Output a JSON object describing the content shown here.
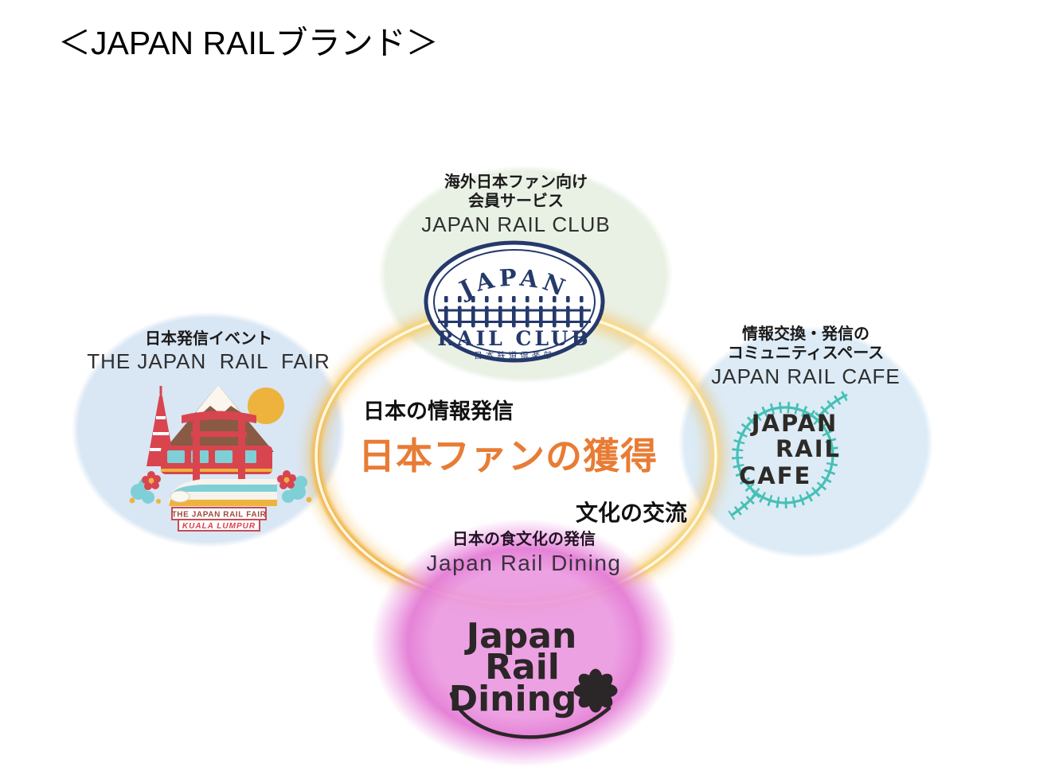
{
  "page": {
    "title": "＜JAPAN RAILブランド＞",
    "background": "#FFFFFF"
  },
  "center": {
    "info_label": "日本の情報発信",
    "main_label": "日本ファンの獲得",
    "exchange_label": "文化の交流",
    "main_color": "#E87C35",
    "ring_color": "#F2B23E"
  },
  "club": {
    "audience": "海外日本ファン向け",
    "service": "会員サービス",
    "name": "JAPAN RAIL CLUB",
    "badge_top": "JAPAN",
    "badge_bottom": "RAIL CLUB",
    "badge_sub": "日本鉄道倶楽部",
    "circle_color": "#E9F1E5",
    "badge_color": "#25396B"
  },
  "fair": {
    "category": "日本発信イベント",
    "name": "THE JAPAN  RAIL  FAIR",
    "badge_line1": "THE JAPAN RAIL FAIR",
    "badge_line2": "KUALA LUMPUR",
    "circle_color": "#D9E6F4"
  },
  "cafe": {
    "category_line1": "情報交換・発信の",
    "category_line2": "コミュニティスペース",
    "name": "JAPAN RAIL CAFE",
    "logo_line1": "JAPAN",
    "logo_line2": "RAIL",
    "logo_line3": "CAFE",
    "circle_color": "#DCEBF6",
    "track_color": "#45C0B5"
  },
  "dining": {
    "category": "日本の食文化の発信",
    "name": "Japan Rail Dining",
    "logo_line1": "Japan",
    "logo_line2": "Rail",
    "logo_line3": "Dining",
    "circle_color": "#E996E0",
    "logo_color": "#2B2627"
  }
}
